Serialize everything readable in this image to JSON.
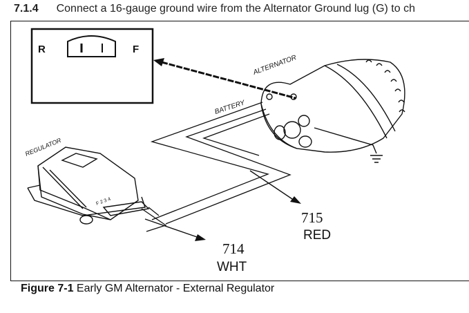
{
  "document": {
    "step_number": "7.1.4",
    "step_text": "Connect a 16-gauge ground wire from the Alternator Ground lug (G) to ch"
  },
  "figure": {
    "meter": {
      "left_label": "R",
      "right_label": "F"
    },
    "labels": {
      "alternator": "ALTERNATOR",
      "battery": "BATTERY",
      "regulator": "REGULATOR",
      "terminals": "F 2 3 4"
    },
    "wires": [
      {
        "number": "715",
        "color": "RED"
      },
      {
        "number": "714",
        "color": "WHT"
      }
    ],
    "caption_label": "Figure 7-1",
    "caption_text": " Early GM Alternator - External Regulator"
  }
}
